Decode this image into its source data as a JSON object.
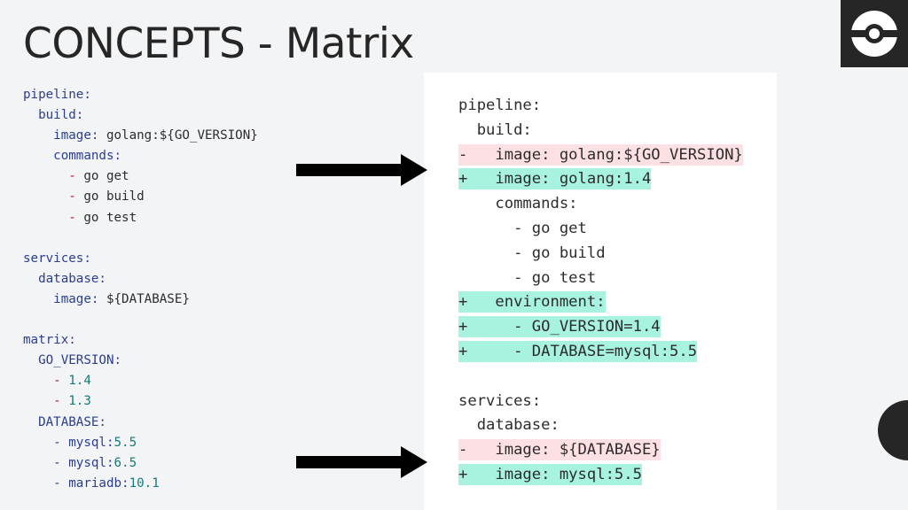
{
  "slide": {
    "title": "CONCEPTS - Matrix"
  },
  "left_code": [
    [
      {
        "t": "pipeline:",
        "c": "k"
      }
    ],
    [
      {
        "t": "  build:",
        "c": "k"
      }
    ],
    [
      {
        "t": "    image:",
        "c": "k"
      },
      {
        "t": " golang:${GO_VERSION}",
        "c": "v"
      }
    ],
    [
      {
        "t": "    commands:",
        "c": "k"
      }
    ],
    [
      {
        "t": "      - ",
        "c": "d"
      },
      {
        "t": "go get",
        "c": "v"
      }
    ],
    [
      {
        "t": "      - ",
        "c": "d"
      },
      {
        "t": "go build",
        "c": "v"
      }
    ],
    [
      {
        "t": "      - ",
        "c": "d"
      },
      {
        "t": "go test",
        "c": "v"
      }
    ],
    [
      {
        "t": "",
        "c": "v"
      }
    ],
    [
      {
        "t": "services:",
        "c": "k"
      }
    ],
    [
      {
        "t": "  database:",
        "c": "k"
      }
    ],
    [
      {
        "t": "    image:",
        "c": "k"
      },
      {
        "t": " ${DATABASE}",
        "c": "v"
      }
    ],
    [
      {
        "t": "",
        "c": "v"
      }
    ],
    [
      {
        "t": "matrix:",
        "c": "k"
      }
    ],
    [
      {
        "t": "  GO_VERSION:",
        "c": "k"
      }
    ],
    [
      {
        "t": "    - ",
        "c": "d"
      },
      {
        "t": "1.4",
        "c": "n"
      }
    ],
    [
      {
        "t": "    - ",
        "c": "d"
      },
      {
        "t": "1.3",
        "c": "n"
      }
    ],
    [
      {
        "t": "  DATABASE:",
        "c": "k"
      }
    ],
    [
      {
        "t": "    - ",
        "c": "k"
      },
      {
        "t": "mysql:",
        "c": "k"
      },
      {
        "t": "5.5",
        "c": "n"
      }
    ],
    [
      {
        "t": "    - ",
        "c": "k"
      },
      {
        "t": "mysql:",
        "c": "k"
      },
      {
        "t": "6.5",
        "c": "n"
      }
    ],
    [
      {
        "t": "    - ",
        "c": "k"
      },
      {
        "t": "mariadb:",
        "c": "k"
      },
      {
        "t": "10.1",
        "c": "n"
      }
    ]
  ],
  "right_code": [
    {
      "text": "pipeline:",
      "type": "ctx"
    },
    {
      "text": "  build:",
      "type": "ctx"
    },
    {
      "text": "-   image: golang:${GO_VERSION}",
      "type": "del"
    },
    {
      "text": "+   image: golang:1.4",
      "type": "add"
    },
    {
      "text": "    commands:",
      "type": "ctx"
    },
    {
      "text": "      - go get",
      "type": "ctx"
    },
    {
      "text": "      - go build",
      "type": "ctx"
    },
    {
      "text": "      - go test",
      "type": "ctx"
    },
    {
      "text": "+   environment:",
      "type": "add"
    },
    {
      "text": "+     - GO_VERSION=1.4",
      "type": "add"
    },
    {
      "text": "+     - DATABASE=mysql:5.5",
      "type": "add"
    },
    {
      "text": "",
      "type": "ctx"
    },
    {
      "text": "services:",
      "type": "ctx"
    },
    {
      "text": "  database:",
      "type": "ctx"
    },
    {
      "text": "-   image: ${DATABASE}",
      "type": "del"
    },
    {
      "text": "+   image: mysql:5.5",
      "type": "add"
    }
  ],
  "colors": {
    "key": "#2b3e8e",
    "dash": "#b0183b",
    "number": "#157a7a",
    "deleted_bg": "#fde0e4",
    "added_bg": "#a8f2e0",
    "logo_bg": "#262626"
  },
  "icons": {
    "logo": "pokeball-logo-icon",
    "arrow": "right-arrow-icon"
  }
}
